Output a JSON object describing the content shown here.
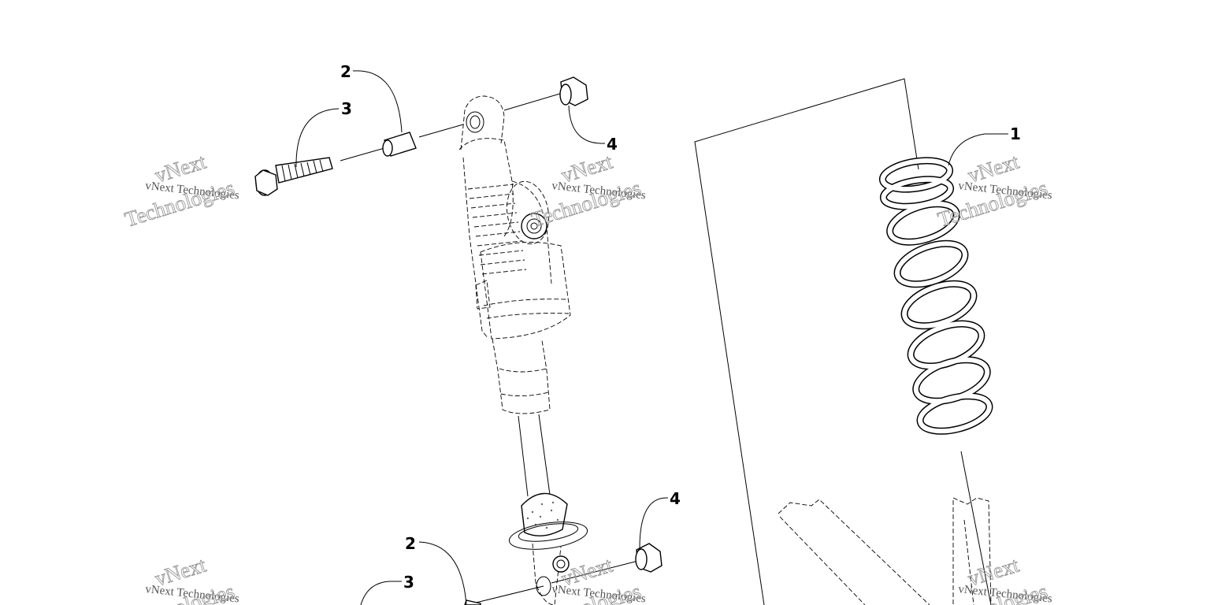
{
  "callouts": {
    "spring": "1",
    "bushing_upper": "2",
    "bolt_upper": "3",
    "nut_upper": "4",
    "nut_lower": "4",
    "bushing_lower": "2",
    "bolt_lower": "3"
  },
  "watermark": {
    "text": "vNext Technologies",
    "word1": "vNext",
    "word2": "Technologies"
  },
  "colors": {
    "line": "#000000",
    "watermark": "#9a9a9a",
    "background": "#ffffff"
  }
}
